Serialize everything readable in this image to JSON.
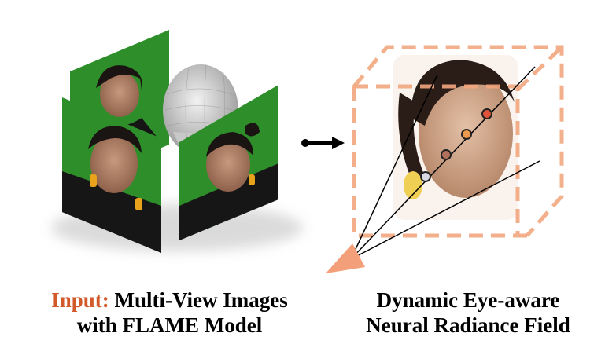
{
  "left_caption": {
    "highlight": "Input:",
    "line1_rest": " Multi-View Images",
    "line2": "with FLAME Model"
  },
  "right_caption": {
    "line1": "Dynamic Eye-aware",
    "line2": "Neural Radiance Field"
  },
  "colors": {
    "green_screen": "#2e8f2a",
    "highlight_text": "#d25a2a",
    "bbox_dashed": "#f2a77f",
    "camera_cone": "#f3a07a",
    "sample_points": [
      "#d9d9e6",
      "#b0705a",
      "#ee9a4e",
      "#e0533a"
    ]
  }
}
